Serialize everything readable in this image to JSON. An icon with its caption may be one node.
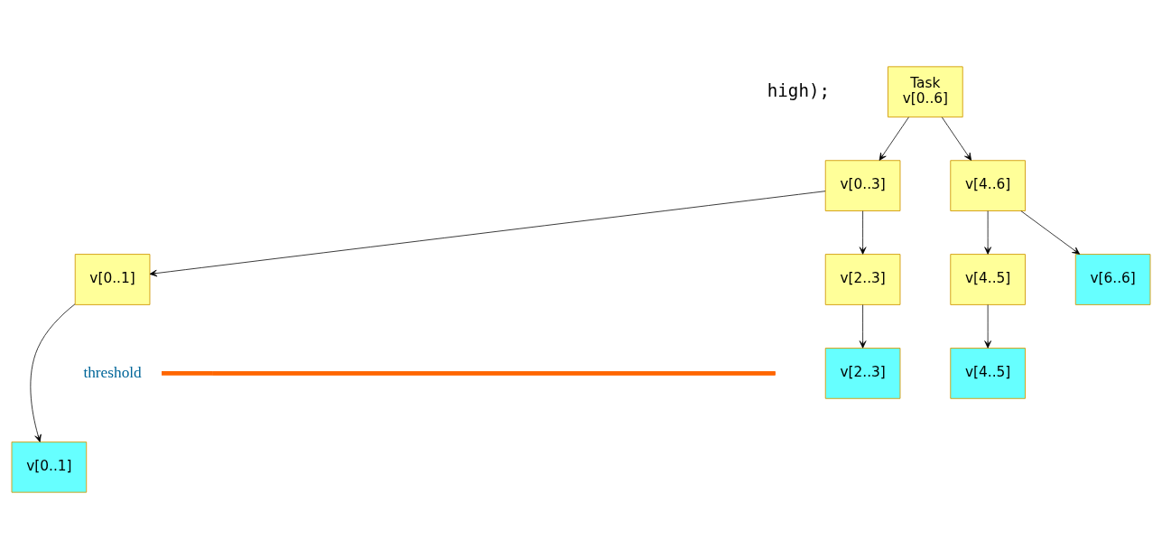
{
  "diagram": {
    "nodes": [
      {
        "text": [
          "Task",
          "v[0..6]"
        ]
      },
      {
        "text": [
          "v[0..3]"
        ]
      },
      {
        "text": [
          "v[4..6]"
        ]
      },
      {
        "text": [
          "v[0..1]"
        ]
      },
      {
        "text": [
          "v[2..3]"
        ]
      },
      {
        "text": [
          "v[4..5]"
        ]
      },
      {
        "text": [
          "v[6..6]"
        ]
      },
      {
        "text": [
          "v[0..1]"
        ]
      },
      {
        "text": [
          "v[2..3]"
        ]
      },
      {
        "text": [
          "v[4..5]"
        ]
      }
    ],
    "edges": [
      {
        "from": 0,
        "to": 1,
        "arrow": "to"
      },
      {
        "from": 0,
        "to": 2,
        "arrow": "to"
      },
      {
        "from": 1,
        "to": 3,
        "arrow": "to"
      },
      {
        "from": 1,
        "to": 4,
        "arrow": "to"
      },
      {
        "from": 2,
        "to": 5,
        "arrow": "to"
      },
      {
        "from": 2,
        "to": 6,
        "arrow": "to"
      },
      {
        "from": 3,
        "to": 7,
        "arrow": "to"
      },
      {
        "from": 4,
        "to": 8,
        "arrow": "to"
      },
      {
        "from": 5,
        "to": 9,
        "arrow": "to"
      }
    ],
    "labels": [
      "high);",
      "threshold"
    ]
  }
}
